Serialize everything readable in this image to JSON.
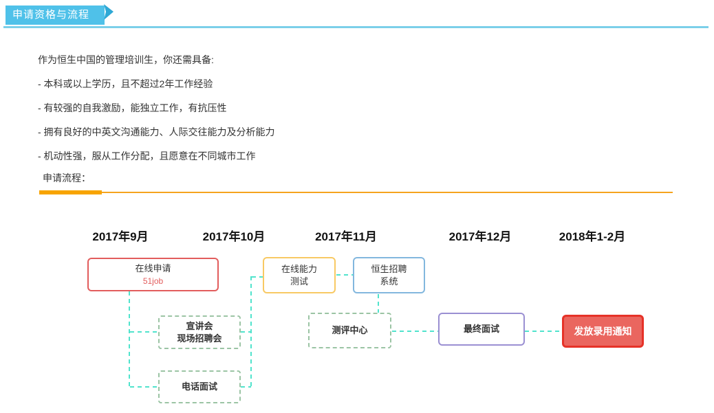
{
  "header": {
    "title": "申请资格与流程"
  },
  "intro": {
    "lead": "作为恒生中国的管理培训生，你还需具备:",
    "bullets": [
      "- 本科或以上学历，且不超过2年工作经验",
      "- 有较强的自我激励，能独立工作，有抗压性",
      "- 拥有良好的中英文沟通能力、人际交往能力及分析能力",
      "- 机动性强，服从工作分配，且愿意在不同城市工作"
    ]
  },
  "section": {
    "title": "申请流程："
  },
  "timeline": {
    "months": [
      "2017年9月",
      "2017年10月",
      "2017年11月",
      "2017年12月",
      "2018年1-2月"
    ]
  },
  "flow": {
    "boxes": [
      {
        "name": "online-apply",
        "line1": "在线申请",
        "sub": "51job"
      },
      {
        "name": "info-session",
        "line1": "宣讲会",
        "line2": "现场招聘会"
      },
      {
        "name": "phone-interview",
        "line1": "电话面试"
      },
      {
        "name": "online-test",
        "line1": "在线能力",
        "line2": "测试"
      },
      {
        "name": "hs-recruit-system",
        "line1": "恒生招聘",
        "line2": "系统"
      },
      {
        "name": "assessment-center",
        "line1": "测评中心"
      },
      {
        "name": "final-interview",
        "line1": "最终面试"
      },
      {
        "name": "offer-notice",
        "line1": "发放录用通知"
      }
    ]
  },
  "colors": {
    "banner_blue": "#4FC1E9",
    "banner_arrow_blue": "#2EA8D5",
    "header_rule_blue": "#7BCFE9",
    "orange": "#F7A400",
    "connector_teal": "#50E3CC",
    "node_red": "#E25C5C",
    "node_yellow": "#F8C963",
    "node_blue": "#82B7DE",
    "node_green_dashed": "#9BC4A4",
    "node_purple": "#9A8FD2",
    "offer_fill": "#EA665F",
    "offer_border": "#E63228"
  }
}
